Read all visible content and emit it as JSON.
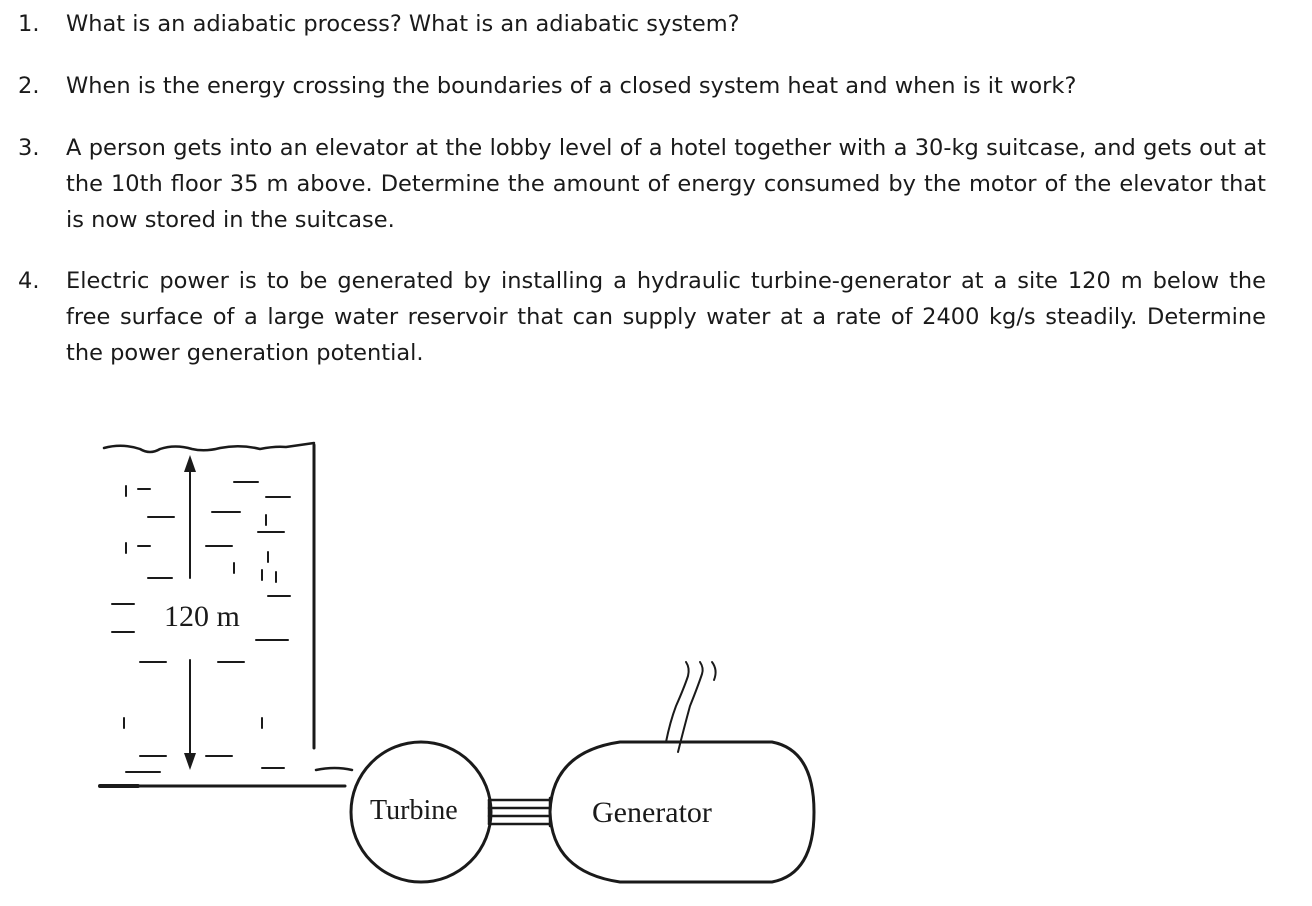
{
  "questions": [
    {
      "number": "1.",
      "text": "What is an adiabatic process? What is an adiabatic system?"
    },
    {
      "number": "2.",
      "text": "When is the energy crossing the boundaries of a closed system heat and when is it work?"
    },
    {
      "number": "3.",
      "text": "A person gets into an elevator at the lobby level of a hotel together with a 30-kg suitcase, and gets out at the 10th floor 35 m above. Determine the amount of energy consumed by the motor of the elevator that is now stored in the suitcase."
    },
    {
      "number": "4.",
      "text": "Electric power is to be generated by installing a hydraulic turbine-generator at a site 120 m below the free surface of a large water reservoir that can supply water at a rate of 2400 kg/s steadily. Determine the power generation potential."
    }
  ],
  "figure": {
    "height_label": "120 m",
    "turbine_label": "Turbine",
    "generator_label": "Generator"
  }
}
